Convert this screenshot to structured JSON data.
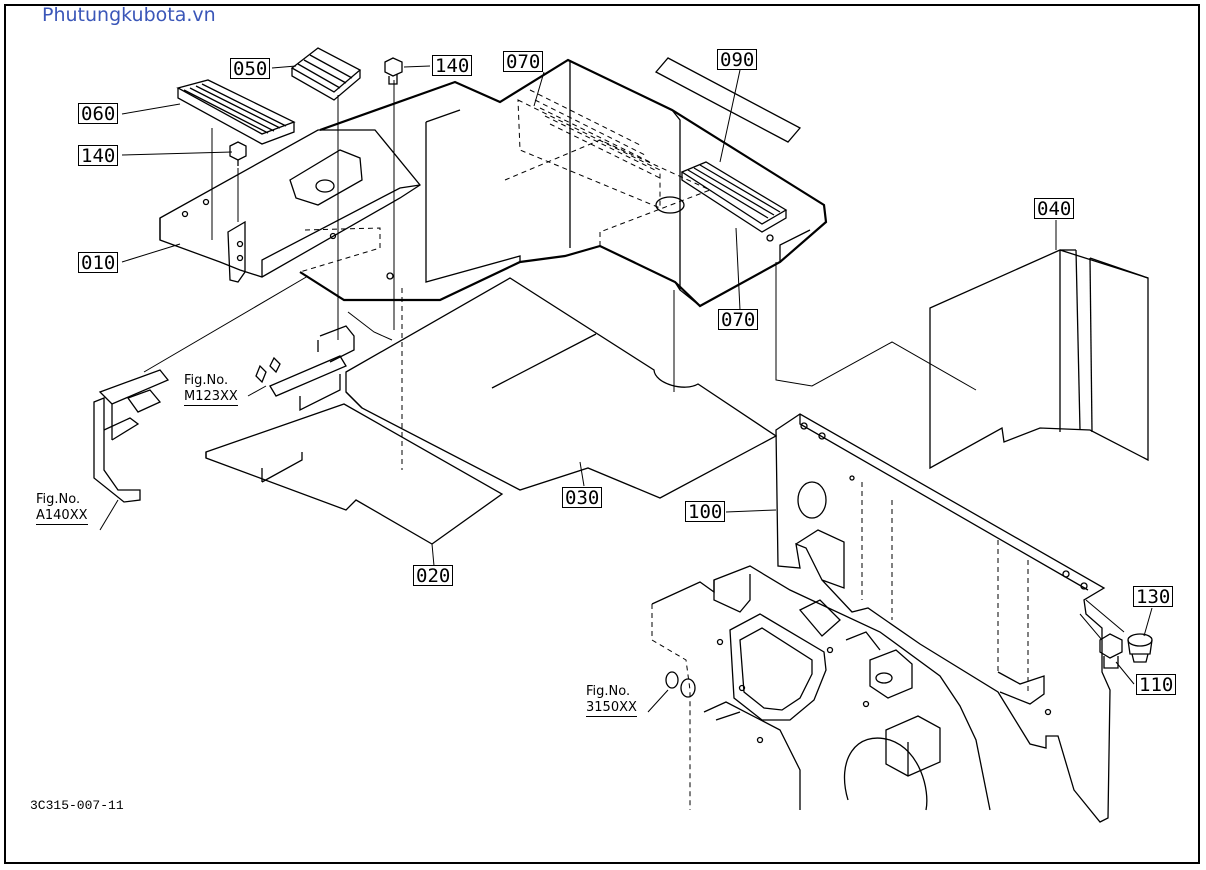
{
  "watermark": "Phutungkubota.vn",
  "drawing_id": "3C315-007-11",
  "callouts": {
    "p050": "050",
    "p140a": "140",
    "p070a": "070",
    "p090": "090",
    "p060": "060",
    "p140b": "140",
    "p010": "010",
    "p040": "040",
    "p070b": "070",
    "p030": "030",
    "p100": "100",
    "p020": "020",
    "p130": "130",
    "p110": "110"
  },
  "fig_refs": {
    "m123": {
      "label": "Fig.No.",
      "ref": "M123XX"
    },
    "a140": {
      "label": "Fig.No.",
      "ref": "A140XX"
    },
    "f3150": {
      "label": "Fig.No.",
      "ref": "3150XX"
    }
  }
}
